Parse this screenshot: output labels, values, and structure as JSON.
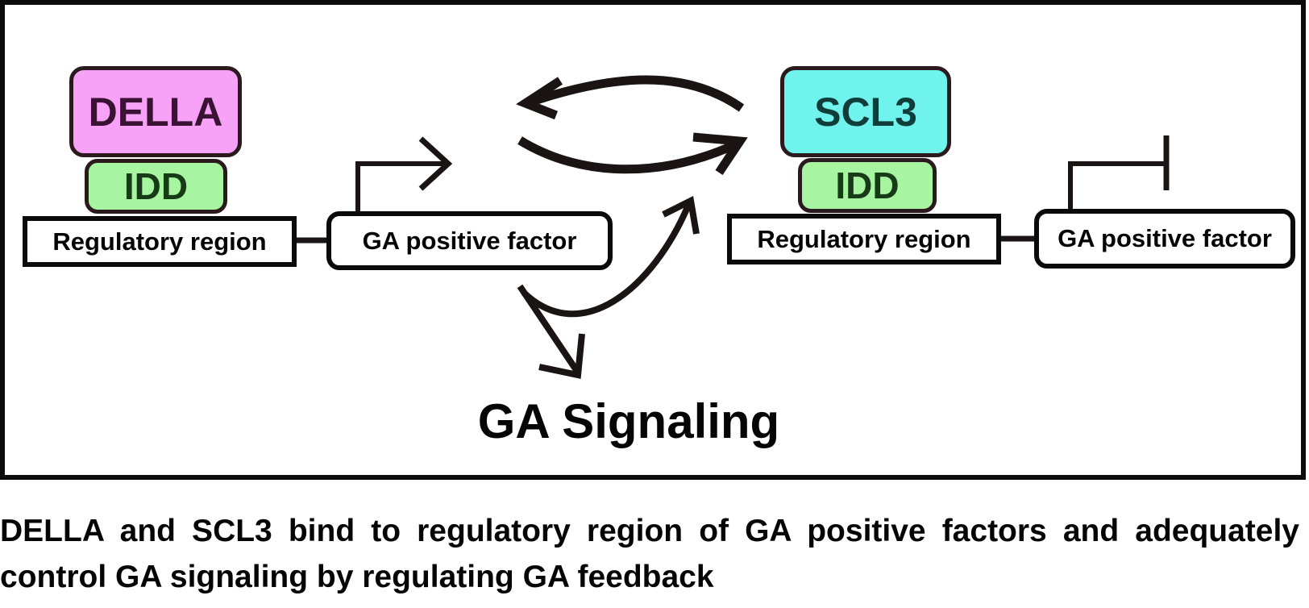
{
  "diagram": {
    "left_module": {
      "protein": "DELLA",
      "adapter": "IDD",
      "region": "Regulatory region",
      "target": "GA positive factor",
      "effect": "activation"
    },
    "right_module": {
      "protein": "SCL3",
      "adapter": "IDD",
      "region": "Regulatory region",
      "target": "GA positive factor",
      "effect": "repression"
    },
    "center_label": "GA Signaling",
    "colors": {
      "della": "#f7a2f6",
      "scl3": "#6ff3ec",
      "idd": "#a7f5a0",
      "stroke": "#0c0c0c"
    }
  },
  "caption": "DELLA and SCL3 bind to regulatory region of GA positive factors and adequately control GA signaling by regulating GA feedback"
}
